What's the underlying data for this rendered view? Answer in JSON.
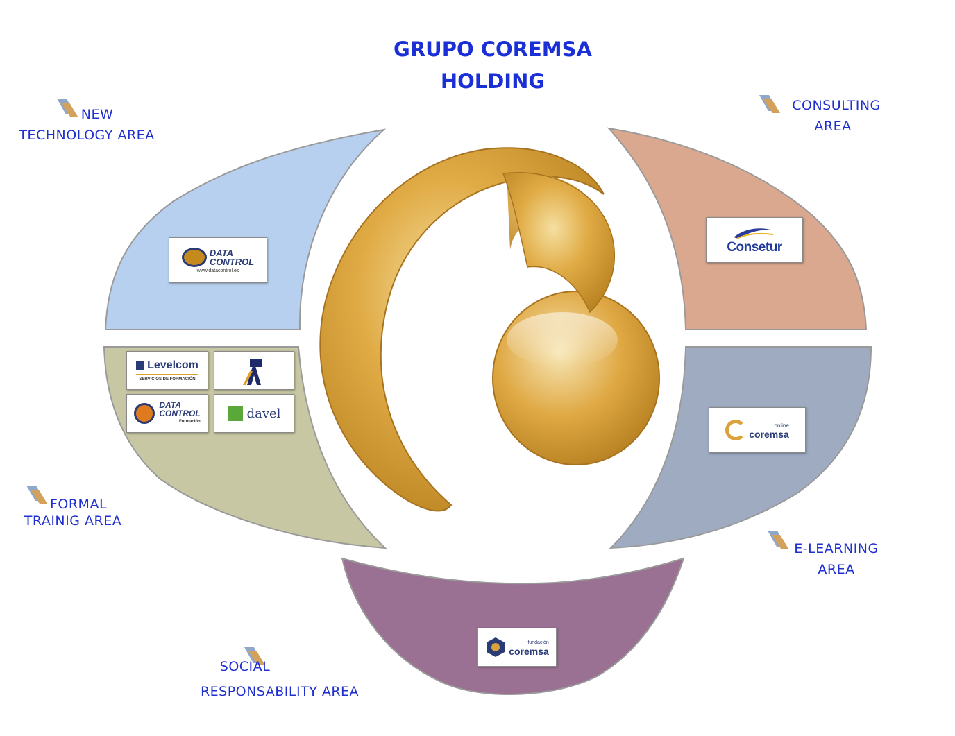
{
  "title": {
    "line1": "GRUPO COREMSA",
    "line2": "HOLDING"
  },
  "areas": {
    "new_technology": {
      "line1": "NEW",
      "line2": "TECHNOLOGY AREA",
      "color": "#b7d0ef"
    },
    "consulting": {
      "line1": "CONSULTING",
      "line2": "AREA",
      "color": "#d9a88f"
    },
    "formal_training": {
      "line1": "FORMAL",
      "line2": "TRAINIG AREA",
      "color": "#c8c7a4"
    },
    "e_learning": {
      "line1": "E-LEARNING",
      "line2": "AREA",
      "color": "#9eabc1"
    },
    "social": {
      "line1": "SOCIAL",
      "line2": "RESPONSABILITY AREA",
      "color": "#9a7193"
    }
  },
  "logos": {
    "datacontrol_top": {
      "name1": "DATA",
      "name2": "CONTROL",
      "url": "www.datacontrol.es"
    },
    "consetur": {
      "name": "Consetur"
    },
    "levelcom": {
      "name": "Levelcom",
      "sub": "SERVICIOS DE FORMACIÓN"
    },
    "datacontrol_formacion": {
      "name1": "DATA",
      "name2": "CONTROL",
      "sub": "Formación"
    },
    "davel": {
      "name": "davel"
    },
    "coremsa_online": {
      "small": "online",
      "name": "coremsa"
    },
    "fundacion_coremsa": {
      "small": "fundación",
      "name": "coremsa"
    }
  },
  "colors": {
    "title_blue": "#1a2fd6",
    "label_blue": "#1f2fd0",
    "emblem_gold": "#d9a23a"
  }
}
